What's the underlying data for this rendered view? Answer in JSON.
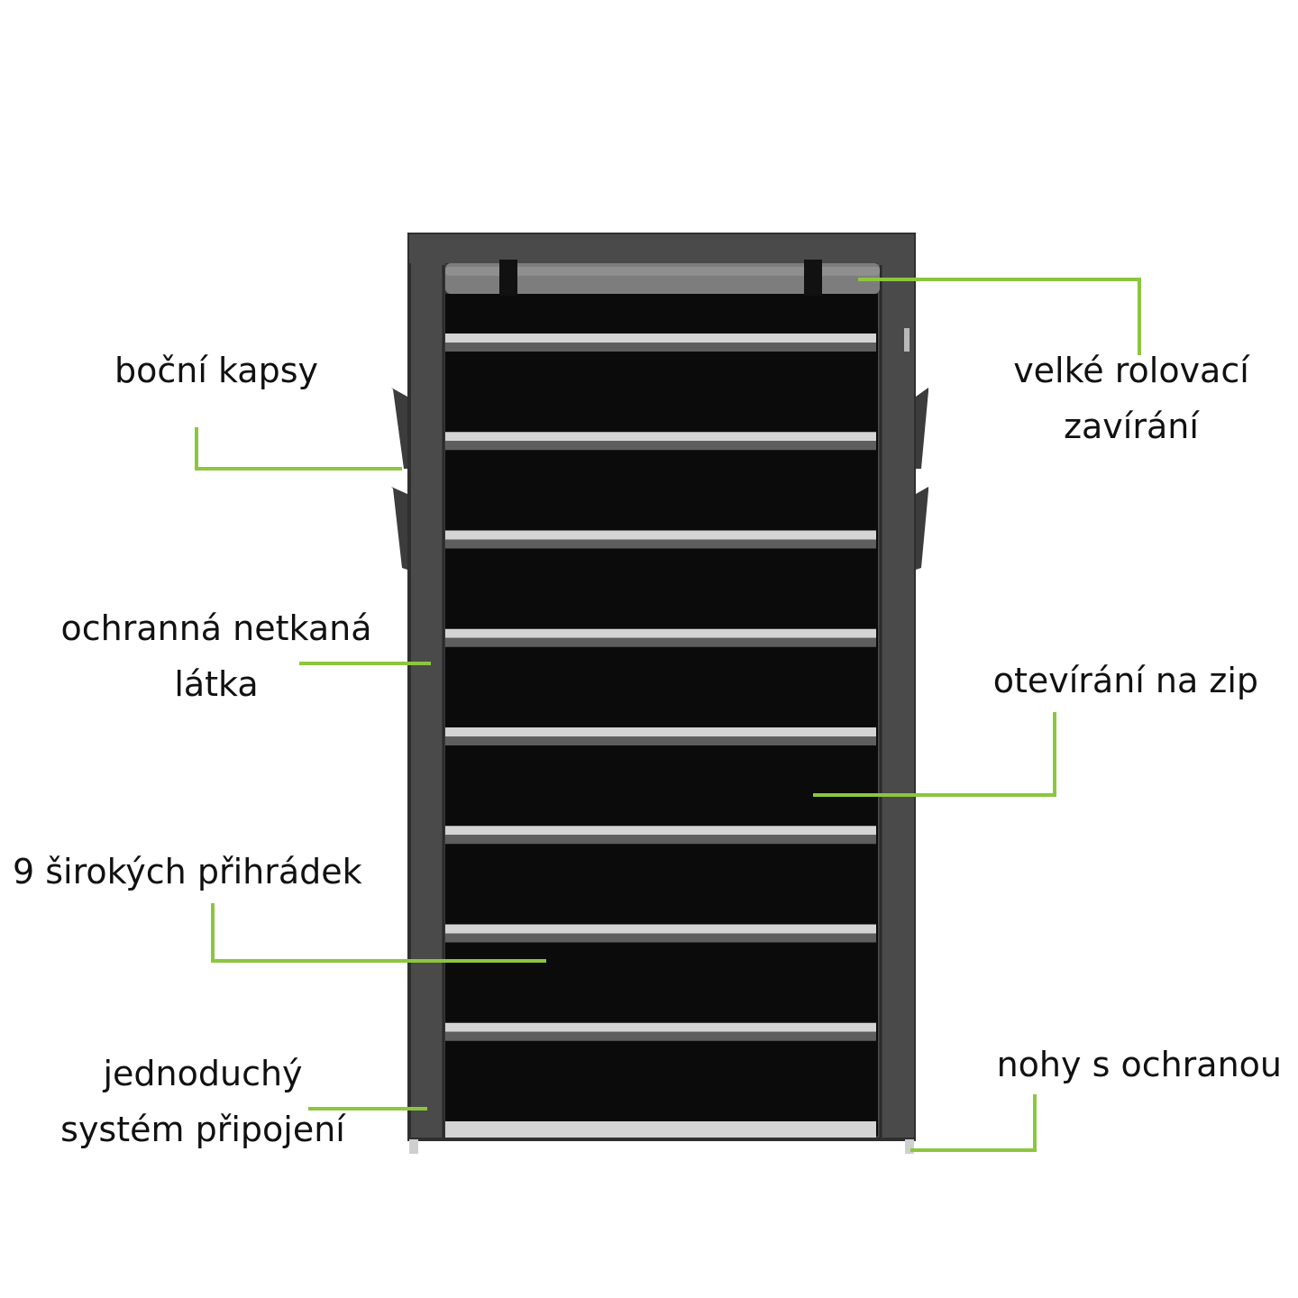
{
  "product": {
    "name": "shoe-cabinet-with-cover",
    "shelf_count": 9,
    "fabric_color": "#4a4a4a",
    "interior_color": "#0b0b0b",
    "shelf_color": "#d4d4d4"
  },
  "colors": {
    "leader_line": "#8cc63f",
    "text": "#111111",
    "background": "#ffffff"
  },
  "labels": {
    "side_pockets": "boční kapsy",
    "roll_closure": {
      "line1": "velké rolovací",
      "line2": "zavírání"
    },
    "fabric": {
      "line1": "ochranná netkaná",
      "line2": "látka"
    },
    "zipper": "otevírání na zip",
    "shelves": "9 širokých přihrádek",
    "connection": {
      "line1": "jednoduchý",
      "line2": "systém připojení"
    },
    "feet": "nohy s ochranou"
  }
}
